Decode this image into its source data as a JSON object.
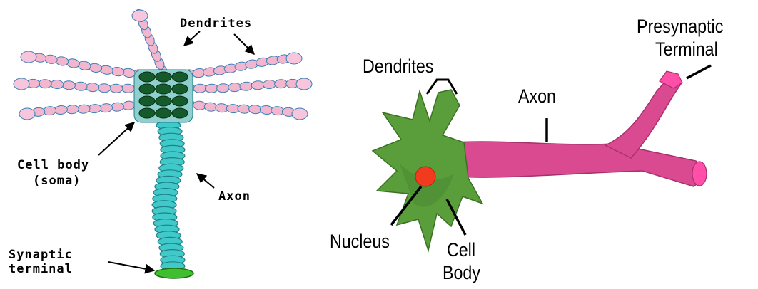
{
  "left_figure": {
    "labels": {
      "dendrites": "Dendrites",
      "cell_body_line1": "Cell body",
      "cell_body_line2": "(soma)",
      "axon": "Axon",
      "synaptic_line1": "Synaptic",
      "synaptic_line2": "terminal"
    }
  },
  "right_figure": {
    "labels": {
      "dendrites": "Dendrites",
      "presynaptic_line1": "Presynaptic",
      "presynaptic_line2": "Terminal",
      "axon": "Axon",
      "nucleus": "Nucleus",
      "cell_body_line1": "Cell",
      "cell_body_line2": "Body"
    }
  },
  "colors": {
    "dendrite_pink": "#f2b6cf",
    "dendrite_outline": "#3a7fb5",
    "soma_green": "#145a2a",
    "axon_teal": "#40c9c9",
    "terminal_green": "#3fbf2f",
    "cell_green": "#5a9e3c",
    "axon_magenta": "#d94a90",
    "nucleus_red": "#f23a1e"
  }
}
